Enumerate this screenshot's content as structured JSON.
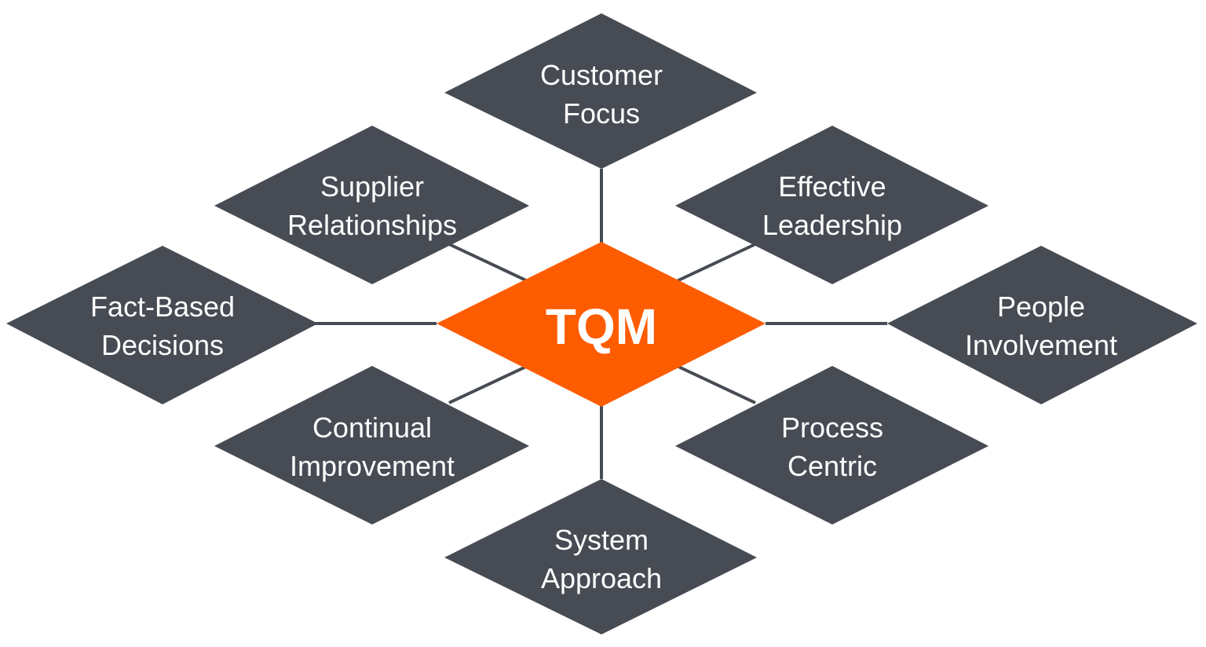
{
  "center": {
    "label": "TQM",
    "color": "#fe5c00"
  },
  "node_color": "#474b53",
  "connector_color": "#474b53",
  "principles": [
    {
      "id": "customer-focus",
      "lines": [
        "Customer",
        "Focus"
      ]
    },
    {
      "id": "effective-leadership",
      "lines": [
        "Effective",
        "Leadership"
      ]
    },
    {
      "id": "people-involvement",
      "lines": [
        "People",
        "Involvement"
      ]
    },
    {
      "id": "process-centric",
      "lines": [
        "Process",
        "Centric"
      ]
    },
    {
      "id": "system-approach",
      "lines": [
        "System",
        "Approach"
      ]
    },
    {
      "id": "continual-improvement",
      "lines": [
        "Continual",
        "Improvement"
      ]
    },
    {
      "id": "fact-based-decisions",
      "lines": [
        "Fact-Based",
        "Decisions"
      ]
    },
    {
      "id": "supplier-relationships",
      "lines": [
        "Supplier",
        "Relationships"
      ]
    }
  ]
}
